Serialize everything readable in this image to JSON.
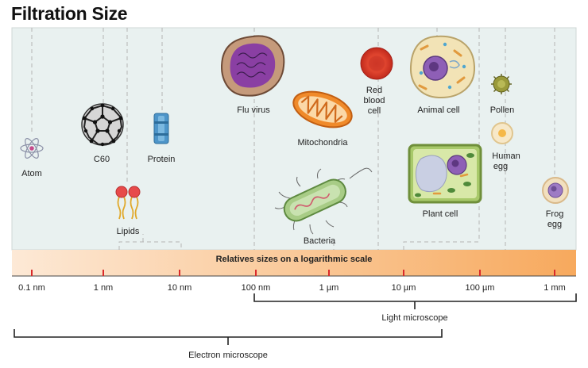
{
  "title": "Filtration Size",
  "scale_caption": "Relatives sizes on a logarithmic scale",
  "ticks": [
    "0.1 nm",
    "1 nm",
    "10 nm",
    "100 nm",
    "1 µm",
    "10 µm",
    "100 µm",
    "1 mm"
  ],
  "items": [
    {
      "label": "Atom",
      "icon": "atom-icon"
    },
    {
      "label": "C60",
      "icon": "fullerene-icon"
    },
    {
      "label": "Lipids",
      "icon": "lipids-icon"
    },
    {
      "label": "Protein",
      "icon": "protein-icon"
    },
    {
      "label": "Flu virus",
      "icon": "flu-virus-icon"
    },
    {
      "label": "Mitochondria",
      "icon": "mitochondria-icon"
    },
    {
      "label": "Bacteria",
      "icon": "bacteria-icon"
    },
    {
      "label_lines": [
        "Red",
        "blood",
        "cell"
      ],
      "icon": "red-blood-cell-icon"
    },
    {
      "label": "Animal cell",
      "icon": "animal-cell-icon"
    },
    {
      "label": "Plant cell",
      "icon": "plant-cell-icon"
    },
    {
      "label": "Pollen",
      "icon": "pollen-icon"
    },
    {
      "label_lines": [
        "Human",
        "egg"
      ],
      "icon": "human-egg-icon"
    },
    {
      "label_lines": [
        "Frog",
        "egg"
      ],
      "icon": "frog-egg-icon"
    }
  ],
  "ranges": [
    {
      "label": "Light microscope"
    },
    {
      "label": "Electron microscope"
    }
  ],
  "colors": {
    "panel": "#e9f1f0",
    "gradient_start": "#fde9d6",
    "gradient_end": "#f7a95d",
    "tick": "#d9292a",
    "virus": "#6b3d8a",
    "mitochondria": "#f08a2a",
    "bacteria": "#9cc47a",
    "rbc": "#d9402b",
    "animal_cell": "#f2e3b6",
    "plant_cell": "#a8c96a",
    "pollen": "#9a9a3a",
    "egg": "#f7e8c8"
  }
}
